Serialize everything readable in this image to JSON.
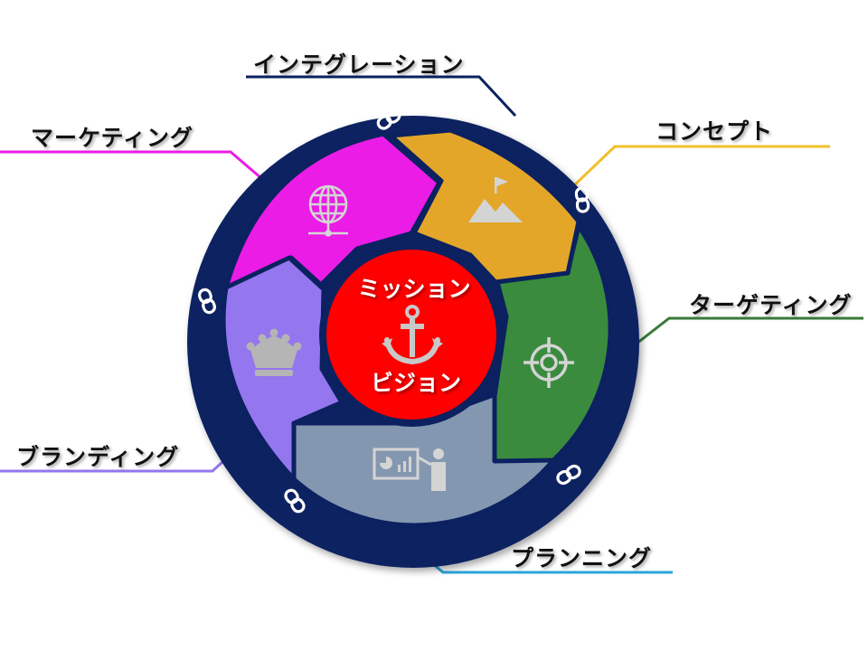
{
  "labels": {
    "integration": "インテグレーション",
    "concept": "コンセプト",
    "targeting": "ターゲティング",
    "planning": "プランニング",
    "branding": "ブランディング",
    "marketing": "マーケティング"
  },
  "center": {
    "line1": "ミッション",
    "line2": "ビジョン"
  },
  "colors": {
    "ring": "#0b2160",
    "concept": "#e3a628",
    "targeting": "#3a8b3e",
    "planning": "#8497b0",
    "branding": "#9476ee",
    "marketing": "#ea1ce6",
    "center": "#fe0000",
    "integration_line": "#0b2160",
    "concept_line": "#f0c02a",
    "targeting_line": "#3a7a3a",
    "planning_line": "#2aa6dc",
    "branding_line": "#9476ee",
    "marketing_line": "#ea1ce6"
  },
  "icons": {
    "concept": "mountain-flag-icon",
    "targeting": "crosshair-icon",
    "planning": "presentation-icon",
    "branding": "crown-icon",
    "marketing": "globe-network-icon",
    "center": "anchor-icon",
    "ring": "chain-link-icon"
  }
}
